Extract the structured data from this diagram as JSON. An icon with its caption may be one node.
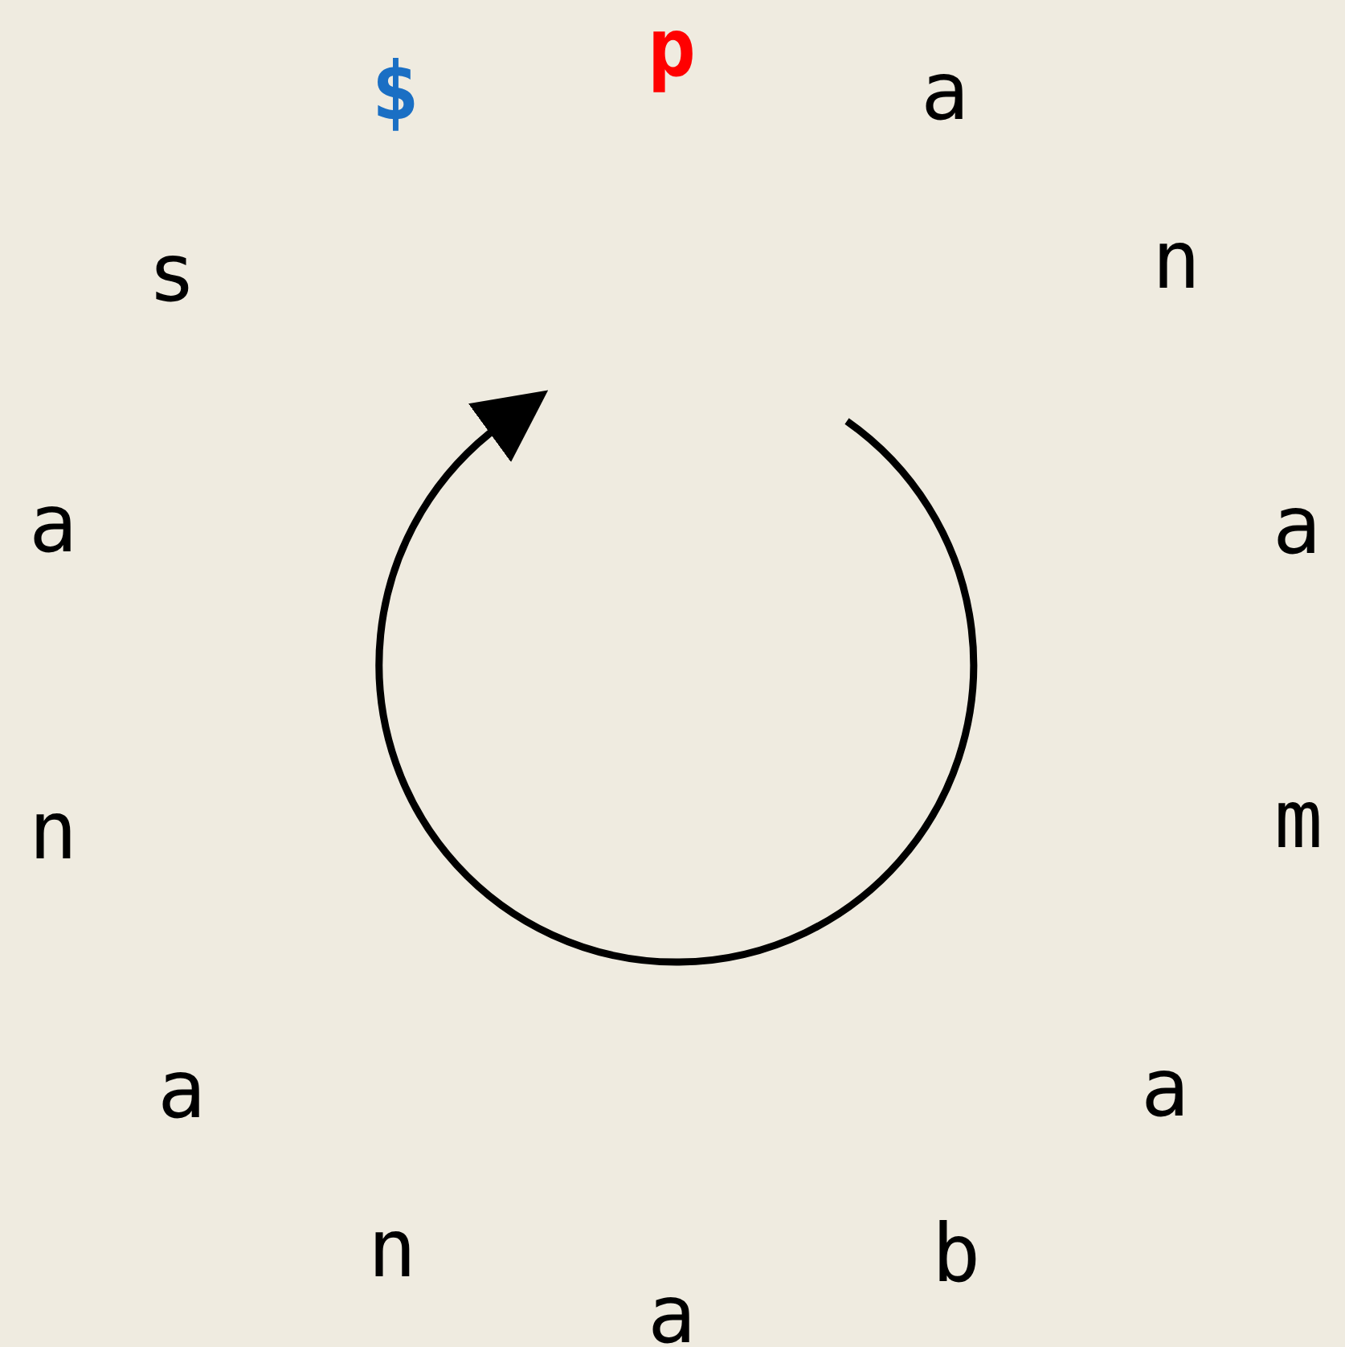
{
  "diagram": {
    "labels": [
      "p",
      "a",
      "n",
      "a",
      "m",
      "a",
      "b",
      "a",
      "n",
      "a",
      "n",
      "a",
      "s",
      "$"
    ]
  }
}
